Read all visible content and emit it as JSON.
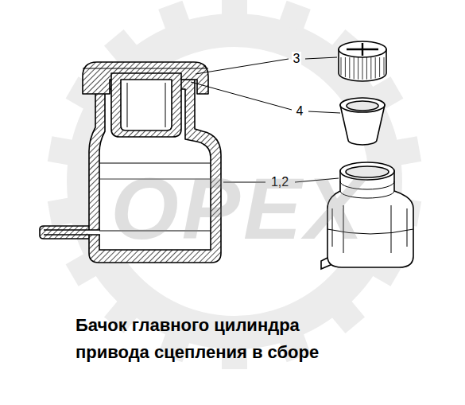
{
  "diagram": {
    "caption": "Бачок главного цилиндра привода сцепления в сборе",
    "labels": [
      "3",
      "4",
      "1,2",
      "ОРЕХ"
    ]
  }
}
